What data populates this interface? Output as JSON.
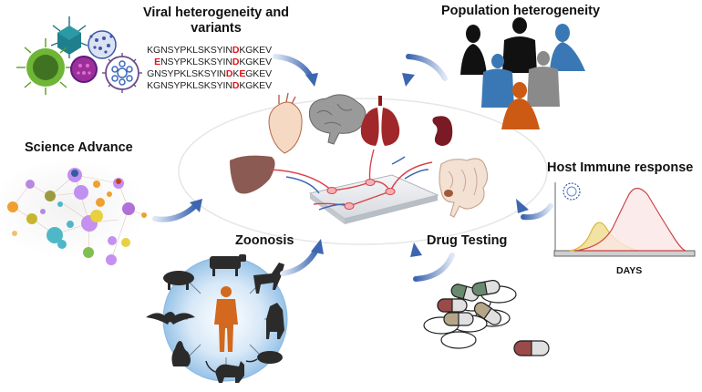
{
  "figure": {
    "title_labels": {
      "viral": "Viral heterogeneity and variants",
      "viral_line1": "Viral heterogeneity and",
      "viral_line2": "variants",
      "population": "Population heterogeneity",
      "science": "Science Advance",
      "host": "Host Immune response",
      "zoonosis": "Zoonosis",
      "drug": "Drug Testing"
    },
    "sequences": [
      {
        "segments": [
          {
            "t": "KGNSYPKLSKSYIN",
            "m": false
          },
          {
            "t": "D",
            "m": true
          },
          {
            "t": "KGKEV",
            "m": false
          }
        ]
      },
      {
        "segments": [
          {
            "t": "E",
            "m": true
          },
          {
            "t": "NSYPKLSKSYIN",
            "m": false
          },
          {
            "t": "D",
            "m": true
          },
          {
            "t": "KGKEV",
            "m": false
          }
        ]
      },
      {
        "segments": [
          {
            "t": "GNSYPKLSKSYIN",
            "m": false
          },
          {
            "t": "D",
            "m": true
          },
          {
            "t": "K",
            "m": false
          },
          {
            "t": "E",
            "m": true
          },
          {
            "t": "GKEV",
            "m": false
          }
        ]
      },
      {
        "segments": [
          {
            "t": "KGNSYPKLSKSYIN",
            "m": false
          },
          {
            "t": "D",
            "m": true
          },
          {
            "t": "KGKEV",
            "m": false
          }
        ]
      }
    ],
    "host_chart": {
      "xlabel": "DAYS",
      "series": [
        {
          "name": "early response",
          "color": "#e6c85a"
        },
        {
          "name": "late response",
          "color": "#c9464a"
        }
      ]
    },
    "center": {
      "organs": [
        "heart",
        "brain",
        "lungs",
        "kidney",
        "liver",
        "intestine"
      ],
      "device": "organ-on-chip"
    },
    "population_colors": [
      "#111111",
      "#111111",
      "#3a78b5",
      "#3a78b5",
      "#8a8a8a",
      "#cc5a14"
    ],
    "zoonosis_animals": [
      "cow",
      "horse",
      "pig",
      "dog",
      "bat",
      "rat",
      "rabbit",
      "cat"
    ],
    "colors": {
      "arrow": "#4a72b8",
      "mutation": "#e0141b",
      "human": "#d2691e"
    }
  }
}
